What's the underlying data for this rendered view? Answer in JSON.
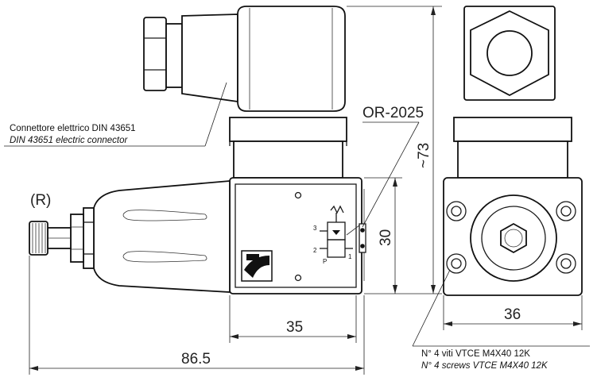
{
  "labels": {
    "connector_it": "Connettore elettrico DIN 43651",
    "connector_en": "DIN 43651 electric connector",
    "oring": "OR-2025",
    "screws_it": "N° 4 viti VTCE M4X40 12K",
    "screws_en": "N° 4 screws VTCE M4X40 12K",
    "adjust": "(R)"
  },
  "dimensions": {
    "total_length": "86.5",
    "body_width": "35",
    "side_width": "36",
    "body_height": "30",
    "total_height": "~73"
  },
  "symbol": {
    "port_p": "P",
    "port_2": "2",
    "port_3": "3",
    "port_1": "1"
  }
}
